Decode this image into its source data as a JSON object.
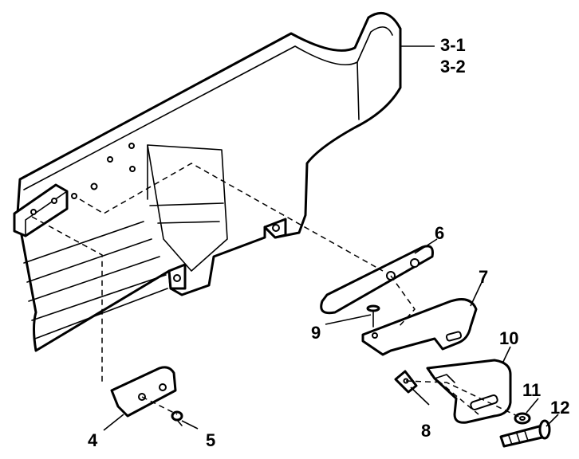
{
  "callouts": {
    "p3_1": "3-1",
    "p3_2": "3-2",
    "p4": "4",
    "p5": "5",
    "p6": "6",
    "p7": "7",
    "p8": "8",
    "p9": "9",
    "p10": "10",
    "p11": "11",
    "p12": "12"
  },
  "colors": {
    "line": "#000000",
    "paper": "#ffffff"
  }
}
